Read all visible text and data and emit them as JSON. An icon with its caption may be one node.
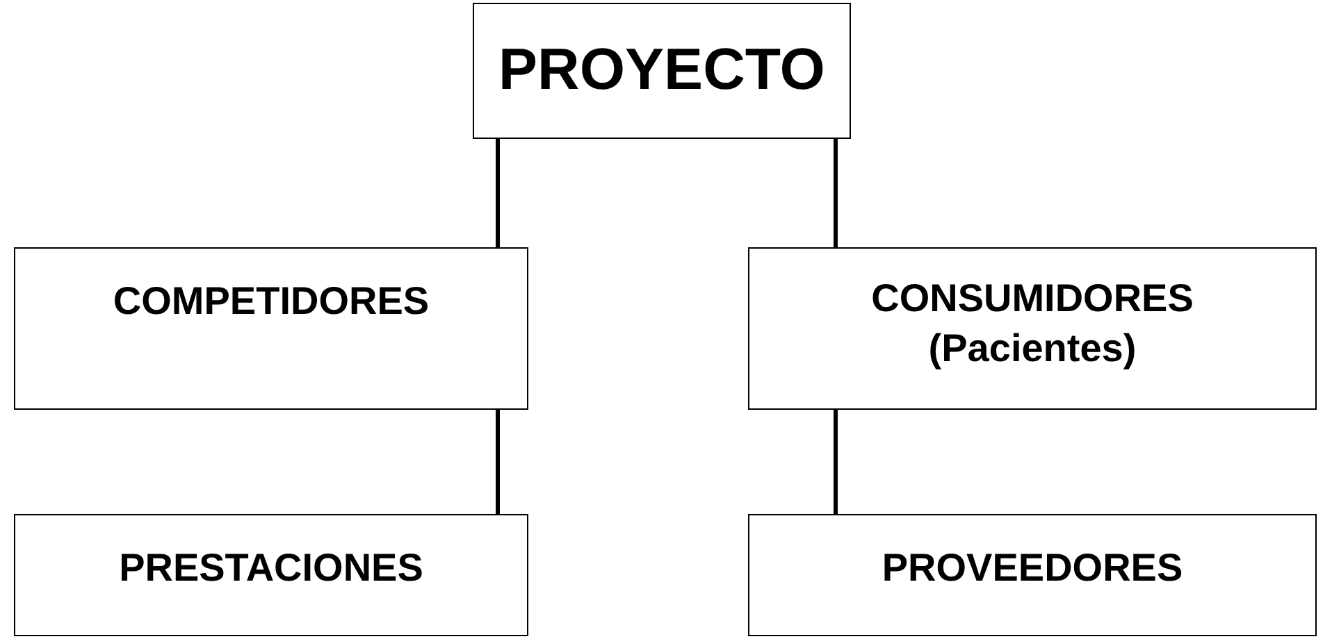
{
  "diagram": {
    "nodes": [
      {
        "text": [
          "PROYECTO"
        ]
      },
      {
        "text": [
          "COMPETIDORES"
        ]
      },
      {
        "text": [
          "CONSUMIDORES (Pacientes)"
        ]
      },
      {
        "text": [
          "PRESTACIONES"
        ]
      },
      {
        "text": [
          "PROVEEDORES"
        ]
      }
    ],
    "edges": [
      {
        "from": 0,
        "to": 1,
        "arrow": "none"
      },
      {
        "from": 0,
        "to": 2,
        "arrow": "none"
      },
      {
        "from": 1,
        "to": 3,
        "arrow": "none"
      },
      {
        "from": 2,
        "to": 4,
        "arrow": "none"
      }
    ]
  }
}
